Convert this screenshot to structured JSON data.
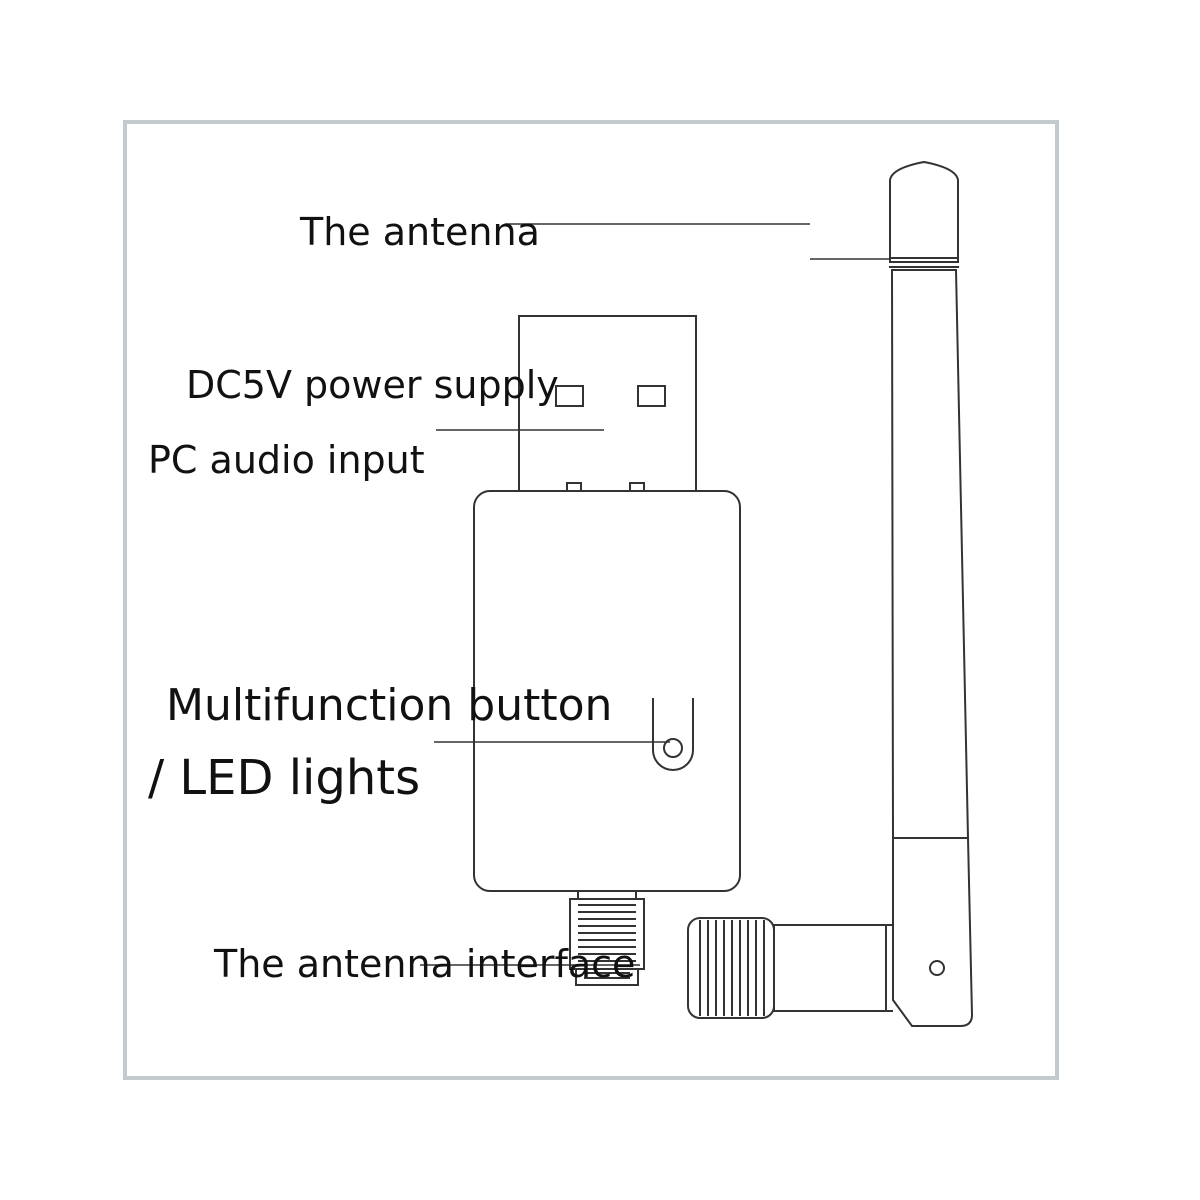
{
  "labels": {
    "antenna": "The antenna",
    "power_supply": "DC5V power supply",
    "audio_input": "PC audio input",
    "multifunction_button": "Multifunction button",
    "led_lights": "/ LED lights",
    "antenna_interface": "The antenna interface"
  },
  "colors": {
    "frame_border": "#c4cbcf",
    "line": "#333333",
    "text": "#111111"
  }
}
